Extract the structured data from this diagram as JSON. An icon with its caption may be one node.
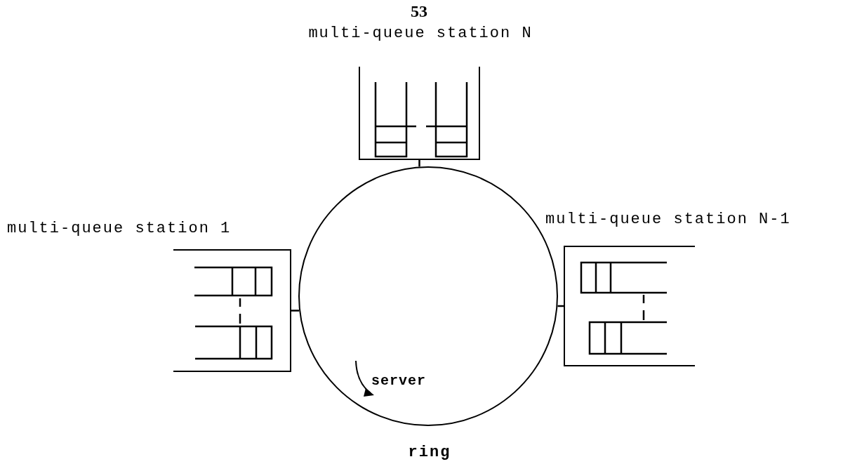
{
  "diagram": {
    "nodes": [
      {
        "text": [
          "multi-queue station N"
        ]
      },
      {
        "text": [
          "multi-queue station 1"
        ]
      },
      {
        "text": [
          "ring"
        ]
      },
      {
        "text": [
          "multi-queue station N-1"
        ]
      }
    ],
    "edges": [
      {
        "from": 0,
        "to": 2,
        "arrow": "none"
      },
      {
        "from": 1,
        "to": 2,
        "arrow": "none"
      },
      {
        "from": 3,
        "to": 2,
        "arrow": "none"
      }
    ],
    "labels": [
      "53",
      "server"
    ]
  }
}
